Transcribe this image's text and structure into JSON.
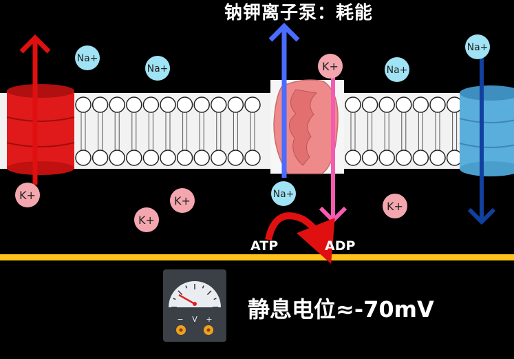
{
  "title": "钠钾离子泵：耗能",
  "ion_labels": {
    "sodium": "Na+",
    "potassium": "K+"
  },
  "reaction": {
    "substrate": "ATP",
    "product": "ADP"
  },
  "resting_potential_text": "静息电位≈-70mV",
  "voltmeter": {
    "minus": "−",
    "unit": "V",
    "plus": "+"
  },
  "colors": {
    "background": "#000000",
    "membrane": "#f2f2f2",
    "potassium_ion": "#f4a6ae",
    "sodium_ion": "#9fe3f5",
    "k_channel": "#e0161a",
    "na_channel": "#5aaedc",
    "pump": "#ee8a8a",
    "na_arrow": "#4a6cff",
    "k_arrow": "#f45bb0",
    "red_arrow": "#e01010",
    "dark_blue_arrow": "#1040a0",
    "baseline": "#ffc21a"
  }
}
